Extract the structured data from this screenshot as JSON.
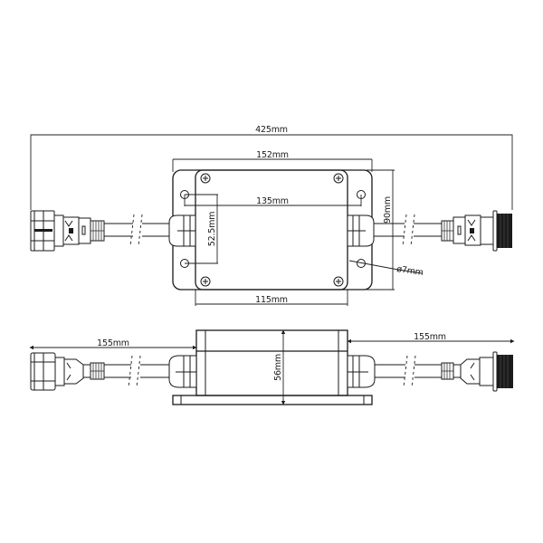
{
  "diagram": {
    "type": "technical-dimension-drawing",
    "views": [
      "top-view",
      "side-view"
    ],
    "line_color": "#1a1a1a",
    "background": "#ffffff"
  },
  "top_view": {
    "overall_length": "425mm",
    "enclosure_flange_width": "152mm",
    "mounting_hole_spacing_x": "135mm",
    "mounting_hole_spacing_y": "52.5mm",
    "enclosure_height": "90mm",
    "mounting_hole_diameter": "ø7mm",
    "lid_width": "115mm"
  },
  "side_view": {
    "left_cable_length": "155mm",
    "right_cable_length": "155mm",
    "enclosure_depth": "56mm"
  },
  "components": {
    "left_connector": "male-connector-with-nut",
    "right_connector": "female-threaded-connector",
    "cable_glands": 2,
    "lid_screws": 4,
    "mounting_holes": 4
  }
}
